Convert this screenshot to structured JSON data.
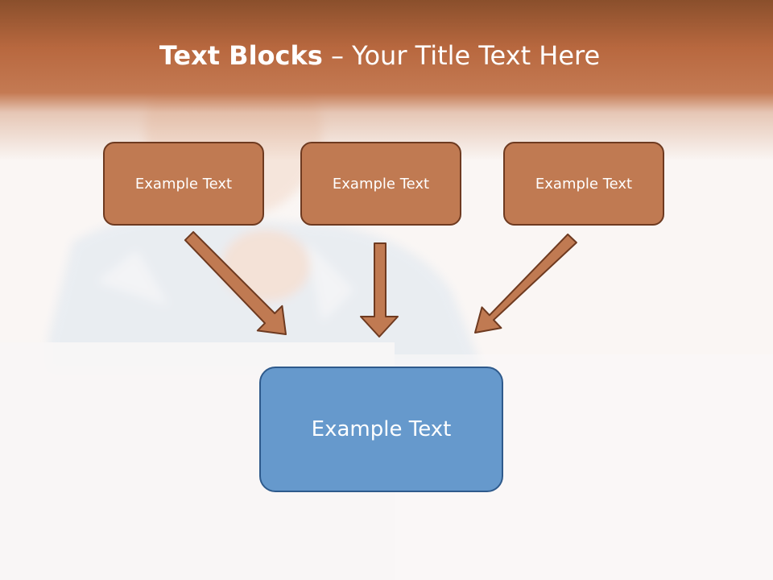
{
  "slide": {
    "title_bold": "Text Blocks",
    "title_dash": " – ",
    "title_rest": "Your Title Text Here"
  },
  "diagram": {
    "top_boxes": [
      {
        "label": "Example Text"
      },
      {
        "label": "Example Text"
      },
      {
        "label": "Example Text"
      }
    ],
    "bottom_box": {
      "label": "Example Text"
    }
  },
  "colors": {
    "box_fill": "#c07a52",
    "box_border": "#6e3a20",
    "arrow_fill": "#c07a52",
    "arrow_border": "#6e3a20",
    "target_fill": "#6699cc",
    "target_border": "#2e5a8c",
    "header": "#b8683f"
  }
}
